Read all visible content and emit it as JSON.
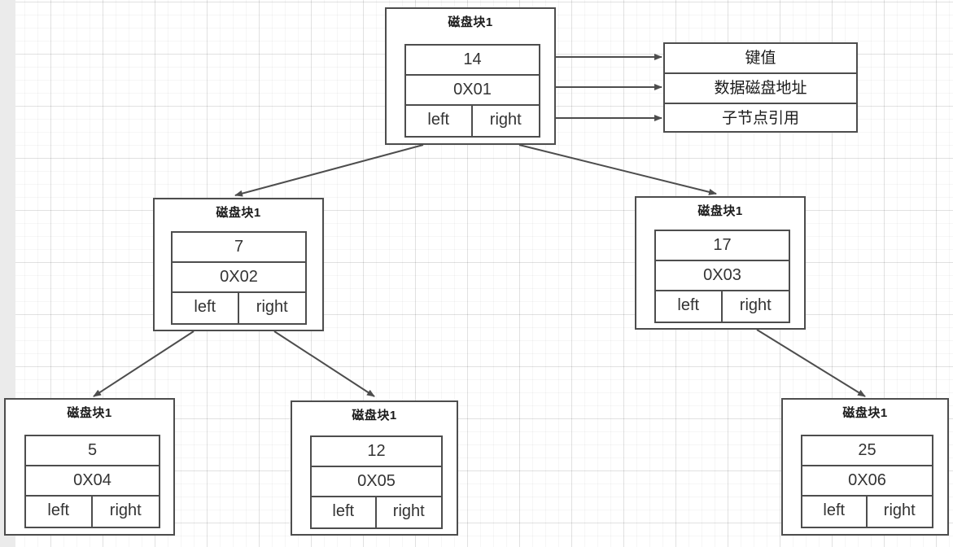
{
  "diagram": {
    "title_label": "磁盘块1",
    "nodes": [
      {
        "id": "root",
        "title": "磁盘块1",
        "key": "14",
        "address": "0X01",
        "left": "left",
        "right": "right"
      },
      {
        "id": "child-left",
        "title": "磁盘块1",
        "key": "7",
        "address": "0X02",
        "left": "left",
        "right": "right"
      },
      {
        "id": "child-right",
        "title": "磁盘块1",
        "key": "17",
        "address": "0X03",
        "left": "left",
        "right": "right"
      },
      {
        "id": "leaf-1",
        "title": "磁盘块1",
        "key": "5",
        "address": "0X04",
        "left": "left",
        "right": "right"
      },
      {
        "id": "leaf-2",
        "title": "磁盘块1",
        "key": "12",
        "address": "0X05",
        "left": "left",
        "right": "right"
      },
      {
        "id": "leaf-3",
        "title": "磁盘块1",
        "key": "25",
        "address": "0X06",
        "left": "left",
        "right": "right"
      }
    ],
    "legend": {
      "key_label": "键值",
      "address_label": "数据磁盘地址",
      "child_ref_label": "子节点引用"
    },
    "colors": {
      "border": "#4d4d4d",
      "text": "#333333",
      "edge": "#4d4d4d",
      "background": "#ffffff",
      "grid": "#e6e6e6"
    }
  }
}
